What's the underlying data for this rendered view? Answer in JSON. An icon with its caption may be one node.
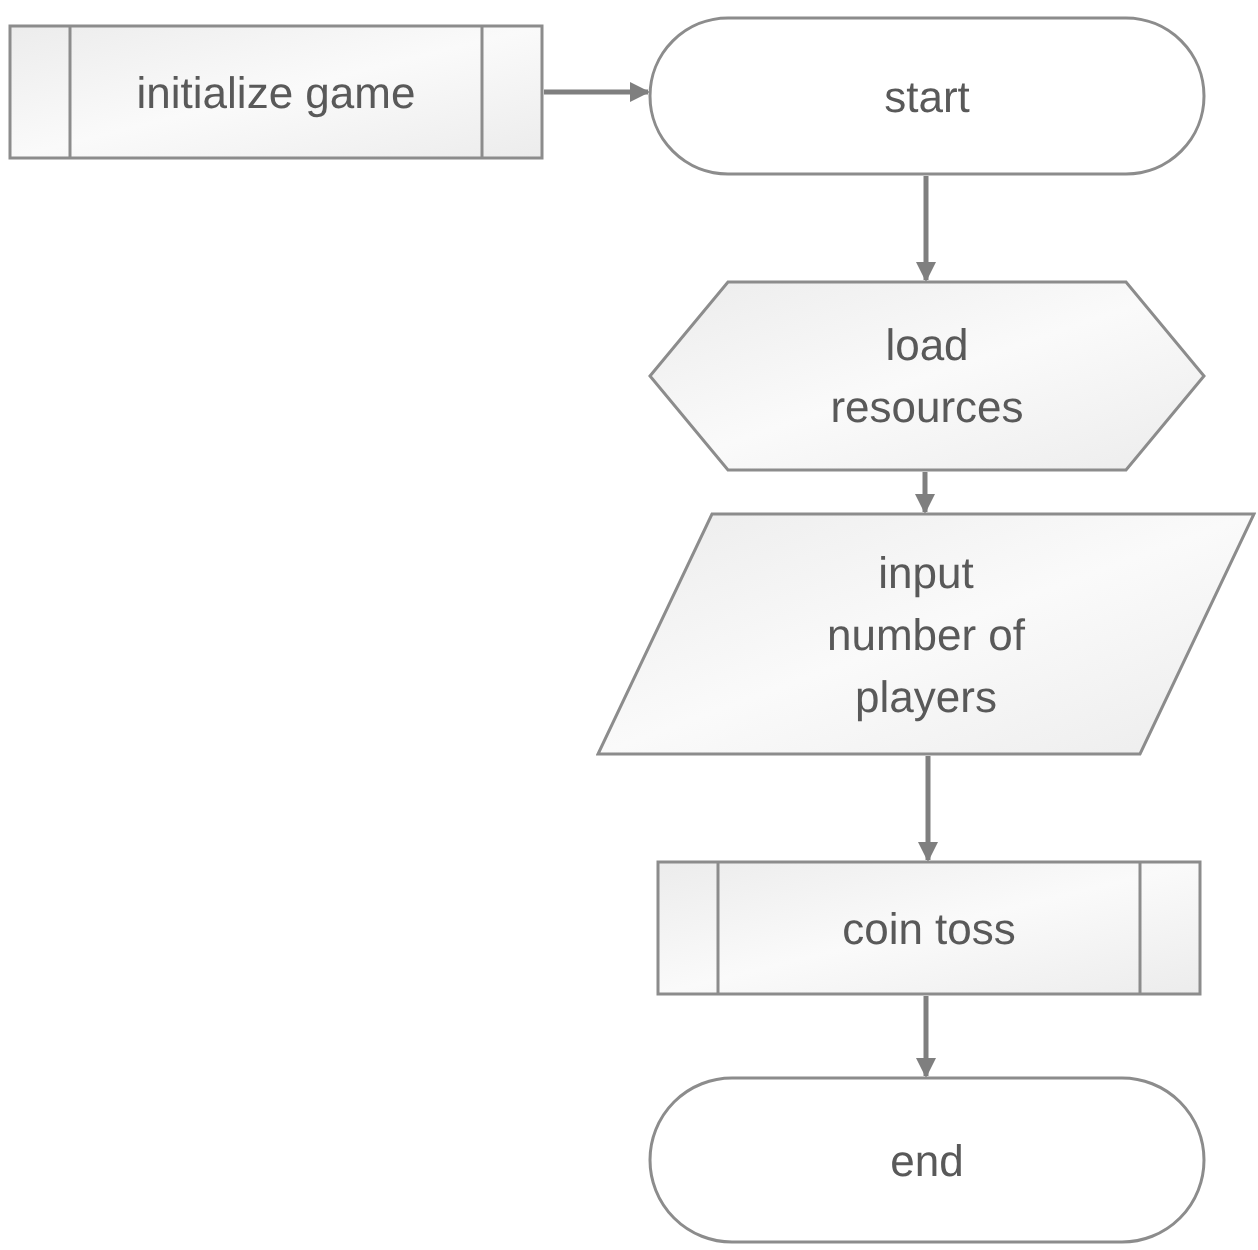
{
  "diagram": {
    "nodes": [
      {
        "text": [
          "initialize game"
        ]
      },
      {
        "text": [
          "start"
        ]
      },
      {
        "text": [
          "load resources"
        ]
      },
      {
        "text": [
          "input number of players"
        ]
      },
      {
        "text": [
          "coin toss"
        ]
      },
      {
        "text": [
          "end"
        ]
      }
    ],
    "edges": [
      {
        "from": 0,
        "to": 1,
        "arrow": "to"
      },
      {
        "from": 1,
        "to": 2,
        "arrow": "to"
      },
      {
        "from": 2,
        "to": 3,
        "arrow": "to"
      },
      {
        "from": 3,
        "to": 4,
        "arrow": "to"
      },
      {
        "from": 4,
        "to": 5,
        "arrow": "to"
      }
    ]
  }
}
